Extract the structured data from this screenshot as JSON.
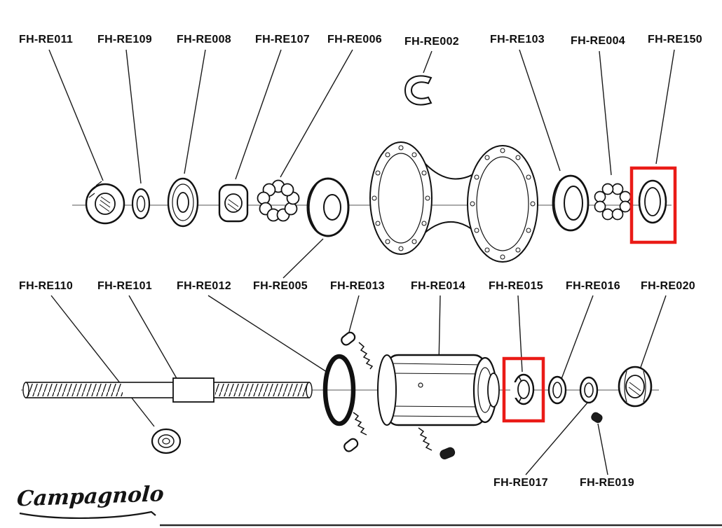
{
  "labels": [
    {
      "text": "FH-RE011"
    },
    {
      "text": "FH-RE109"
    },
    {
      "text": "FH-RE008"
    },
    {
      "text": "FH-RE107"
    },
    {
      "text": "FH-RE006"
    },
    {
      "text": "FH-RE002"
    },
    {
      "text": "FH-RE103"
    },
    {
      "text": "FH-RE004"
    },
    {
      "text": "FH-RE150"
    },
    {
      "text": "FH-RE110"
    },
    {
      "text": "FH-RE101"
    },
    {
      "text": "FH-RE012"
    },
    {
      "text": "FH-RE005"
    },
    {
      "text": "FH-RE013"
    },
    {
      "text": "FH-RE014"
    },
    {
      "text": "FH-RE015"
    },
    {
      "text": "FH-RE016"
    },
    {
      "text": "FH-RE020"
    },
    {
      "text": "FH-RE017"
    },
    {
      "text": "FH-RE019"
    }
  ],
  "brand": {
    "logo_text": "Campagnolo"
  },
  "highlight": {
    "color": "#ea1b17",
    "highlighted_parts": [
      "FH-RE150",
      "FH-RE015"
    ]
  },
  "diagram": {
    "ink_color": "#111111",
    "background": "#ffffff",
    "description": "Exploded parts diagram of a Campagnolo rear freehub"
  }
}
